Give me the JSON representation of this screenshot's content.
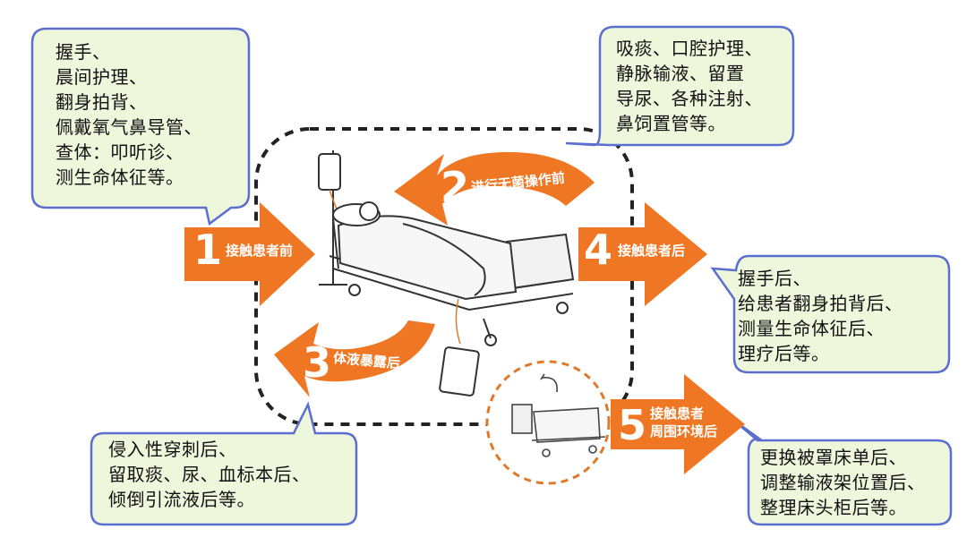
{
  "colors": {
    "arrow": "#ef7622",
    "bubble_fill": "#eef6dc",
    "bubble_border": "#5a6fd0",
    "dashed_border": "#222222",
    "circle_dash": "#e07a2a"
  },
  "bubbles": [
    {
      "id": "b1",
      "text": "握手、\n晨间护理、\n翻身拍背、\n佩戴氧气鼻导管、\n查体：叩听诊、\n测生命体征等。"
    },
    {
      "id": "b2",
      "text": "吸痰、口腔护理、\n静脉输液、留置\n导尿、各种注射、\n鼻饲置管等。"
    },
    {
      "id": "b3",
      "text": "握手后、\n给患者翻身拍背后、\n测量生命体征后、\n理疗后等。"
    },
    {
      "id": "b4",
      "text": "侵入性穿刺后、\n留取痰、尿、血标本后、\n倾倒引流液后等。"
    },
    {
      "id": "b5",
      "text": "更换被罩床单后、\n调整输液架位置后、\n整理床头柜后等。"
    }
  ],
  "arrows": [
    {
      "num": "1",
      "label": "接触患者前"
    },
    {
      "num": "2",
      "label": "进行无菌操作前"
    },
    {
      "num": "3",
      "label": "体液暴露后"
    },
    {
      "num": "4",
      "label": "接触患者后"
    },
    {
      "num": "5",
      "label": "接触患者\n周围环境后"
    }
  ]
}
